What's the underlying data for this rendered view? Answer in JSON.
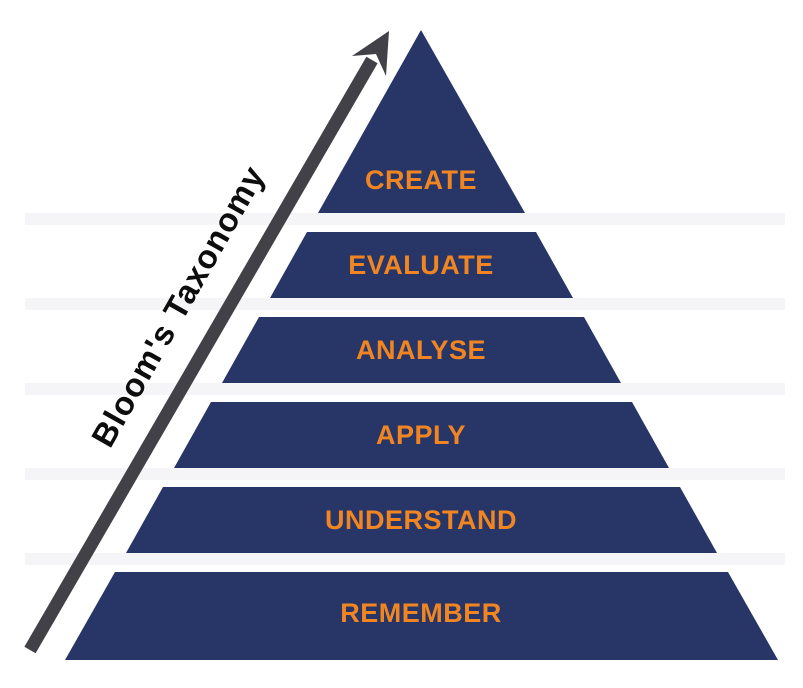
{
  "diagram": {
    "title": "Bloom's Taxonomy",
    "type": "pyramid",
    "direction_note": "arrow points from lowest level (REMEMBER) up toward highest (CREATE)",
    "levels": [
      {
        "rank": 6,
        "label": "CREATE"
      },
      {
        "rank": 5,
        "label": "EVALUATE"
      },
      {
        "rank": 4,
        "label": "ANALYSE"
      },
      {
        "rank": 3,
        "label": "APPLY"
      },
      {
        "rank": 2,
        "label": "UNDERSTAND"
      },
      {
        "rank": 1,
        "label": "REMEMBER"
      }
    ],
    "colors": {
      "level_fill": "#273667",
      "label_text": "#F08521",
      "arrow": "#414147",
      "title_text": "#0D0D0D",
      "background": "#FFFFFF"
    }
  }
}
